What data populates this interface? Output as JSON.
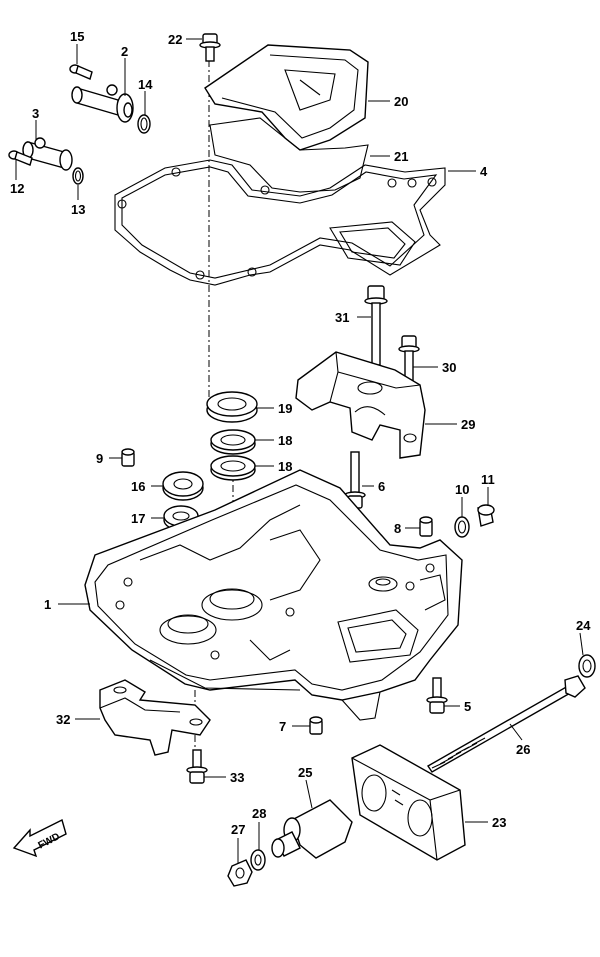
{
  "fwd_label": "FWD",
  "callouts": [
    {
      "id": "c1",
      "text": "1"
    },
    {
      "id": "c2",
      "text": "2"
    },
    {
      "id": "c3",
      "text": "3"
    },
    {
      "id": "c4",
      "text": "4"
    },
    {
      "id": "c5",
      "text": "5"
    },
    {
      "id": "c6",
      "text": "6"
    },
    {
      "id": "c7",
      "text": "7"
    },
    {
      "id": "c8",
      "text": "8"
    },
    {
      "id": "c9",
      "text": "9"
    },
    {
      "id": "c10",
      "text": "10"
    },
    {
      "id": "c11",
      "text": "11"
    },
    {
      "id": "c12",
      "text": "12"
    },
    {
      "id": "c13",
      "text": "13"
    },
    {
      "id": "c14",
      "text": "14"
    },
    {
      "id": "c15",
      "text": "15"
    },
    {
      "id": "c16",
      "text": "16"
    },
    {
      "id": "c17",
      "text": "17"
    },
    {
      "id": "c18a",
      "text": "18"
    },
    {
      "id": "c18b",
      "text": "18"
    },
    {
      "id": "c19",
      "text": "19"
    },
    {
      "id": "c20",
      "text": "20"
    },
    {
      "id": "c21",
      "text": "21"
    },
    {
      "id": "c22",
      "text": "22"
    },
    {
      "id": "c23",
      "text": "23"
    },
    {
      "id": "c24",
      "text": "24"
    },
    {
      "id": "c25",
      "text": "25"
    },
    {
      "id": "c26",
      "text": "26"
    },
    {
      "id": "c27",
      "text": "27"
    },
    {
      "id": "c28",
      "text": "28"
    },
    {
      "id": "c29",
      "text": "29"
    },
    {
      "id": "c30",
      "text": "30"
    },
    {
      "id": "c31",
      "text": "31"
    },
    {
      "id": "c32",
      "text": "32"
    },
    {
      "id": "c33",
      "text": "33"
    }
  ]
}
